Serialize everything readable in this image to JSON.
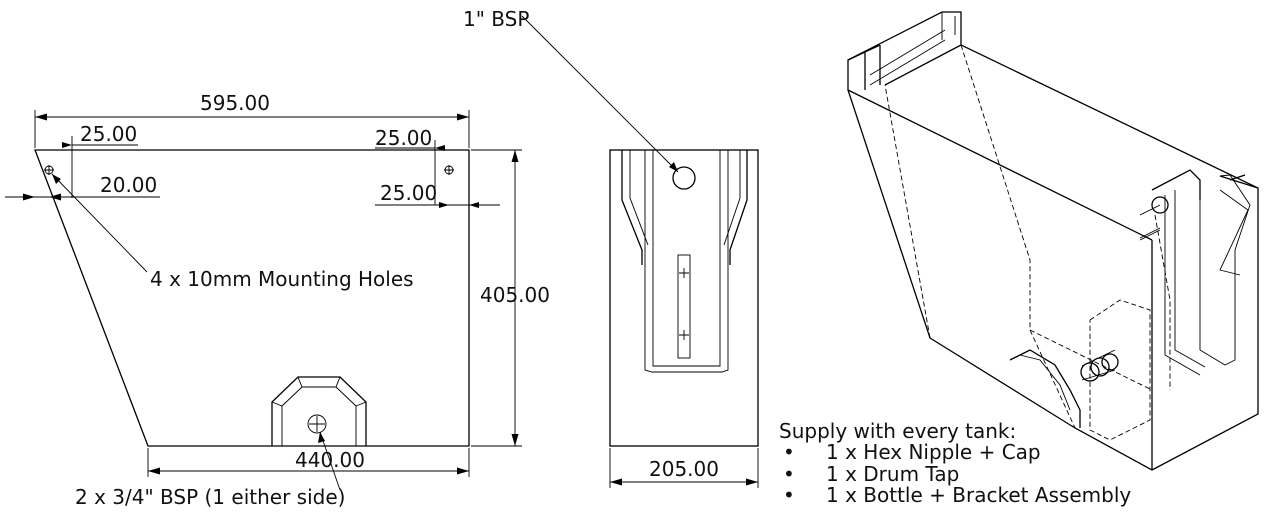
{
  "front_view": {
    "dim_width_top": "595.00",
    "dim_width_bottom": "440.00",
    "dim_height": "405.00",
    "dim_hole_left_x": "25.00",
    "dim_hole_left_y": "20.00",
    "dim_hole_right_x": "25.00",
    "dim_hole_right_y": "25.00",
    "label_mounting_holes": "4 x 10mm Mounting Holes",
    "label_outlet": "2 x 3/4\" BSP (1 either side)"
  },
  "side_view": {
    "label_inlet": "1\" BSP",
    "dim_depth": "205.00"
  },
  "notes": {
    "heading": "Supply with every tank:",
    "bullet": "•",
    "items": [
      "1 x Hex Nipple + Cap",
      "1 x Drum Tap",
      "1 x Bottle + Bracket Assembly"
    ]
  }
}
